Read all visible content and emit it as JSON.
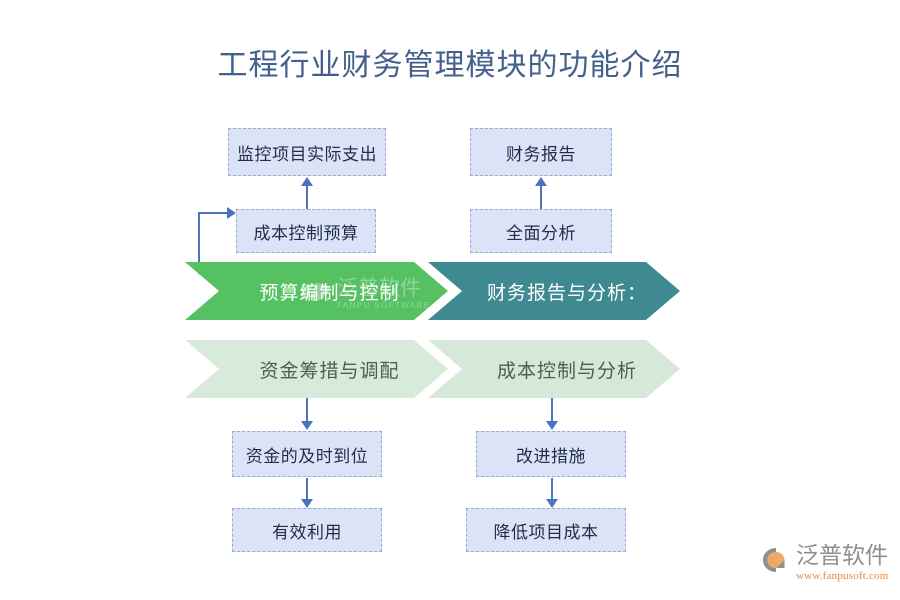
{
  "page": {
    "title": "工程行业财务管理模块的功能介绍",
    "background_color": "#ffffff",
    "title_color": "#44618d"
  },
  "colors": {
    "box_fill": "#dde3f6",
    "box_border": "#9aa8d6",
    "box_text": "#1f2d4d",
    "chevron_green": "#56c163",
    "chevron_teal": "#3e8a90",
    "chevron_mint": "#d8ebda",
    "chevron_mint_text": "#4d5f54",
    "connector": "#4a74bd",
    "logo_gray": "#8e8e8e",
    "logo_orange": "#e8883c"
  },
  "bands": {
    "top_left": {
      "label": "预算编制与控制",
      "style": "green"
    },
    "top_right": {
      "label": "财务报告与分析：",
      "style": "teal"
    },
    "bottom_left": {
      "label": "资金筹措与调配",
      "style": "mint"
    },
    "bottom_right": {
      "label": "成本控制与分析",
      "style": "mint"
    }
  },
  "boxes": {
    "top_left_upper": "监控项目实际支出",
    "top_left_lower": "成本控制预算",
    "top_right_upper": "财务报告",
    "top_right_lower": "全面分析",
    "bottom_left_upper": "资金的及时到位",
    "bottom_left_lower": "有效利用",
    "bottom_right_upper": "改进措施",
    "bottom_right_lower": "降低项目成本"
  },
  "watermark": {
    "cn": "泛普软件",
    "en": "FANPU SOFTWARE"
  },
  "logo": {
    "cn": "泛普软件",
    "url": "www.fanpusoft.com"
  }
}
